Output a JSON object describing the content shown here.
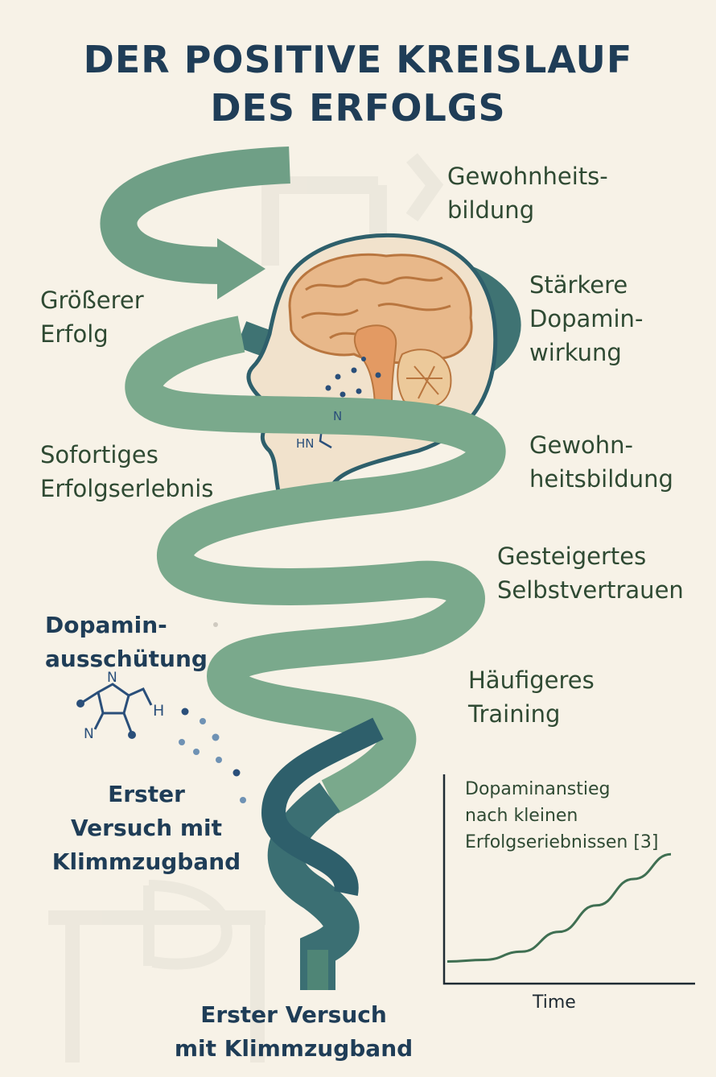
{
  "title": {
    "line1": "DER POSITIVE KREISLAUF",
    "line2": "DES ERFOLGS"
  },
  "labels": {
    "gewohnheits_bildung": [
      "Gewohnheits-",
      "bildung"
    ],
    "groesserer_erfolg": [
      "Größerer",
      "Erfolg"
    ],
    "staerkere_dopaminwirkung": [
      "Stärkere",
      "Dopamin-",
      "wirkung"
    ],
    "sofortiges_erfolgserlebnis": [
      "Sofortiges",
      "Erfolgserlebnis"
    ],
    "gewohnheitsbildung_2": [
      "Gewohn-",
      "heitsbildung"
    ],
    "gesteigertes_selbstvertrauen": [
      "Gesteigertes",
      "Selbstvertrauen"
    ],
    "dopaminausschuettung": [
      "Dopamin-",
      "ausschütung"
    ],
    "haeufigeres_training": [
      "Häufigeres",
      "Training"
    ],
    "erster_versuch_left": [
      "Erster",
      "Versuch mit",
      "Klimmzugband"
    ],
    "erster_versuch_bottom": [
      "Erster Versuch",
      "mit Klimmzugband"
    ]
  },
  "molecules": {
    "small": {
      "n": "N",
      "hn": "HN"
    },
    "large": {
      "n_top": "N",
      "h": "H",
      "n_bottom": "N"
    }
  },
  "chart_data": {
    "type": "line",
    "title": [
      "Dopaminanstieg",
      "nach kleinen",
      "Erfolgseriebnissen [3]"
    ],
    "xlabel": "Time",
    "ylabel": "",
    "series": [
      {
        "values": [
          0.1,
          0.11,
          0.16,
          0.28,
          0.44,
          0.6,
          0.75
        ]
      }
    ],
    "x": [
      0,
      1,
      2,
      3,
      4,
      5,
      6
    ],
    "ylim": [
      0,
      1
    ],
    "xlim": [
      0,
      6
    ],
    "grid": false
  },
  "colors": {
    "ribbon_light": "#7aa98c",
    "ribbon_dark": "#2e5f6b",
    "navy": "#1f3d57",
    "dark_green_text": "#2f4a33",
    "brain": "#e8b88a",
    "brain_core": "#e39a63",
    "head_fill": "#f1e2cc",
    "background": "#f7f2e7"
  }
}
